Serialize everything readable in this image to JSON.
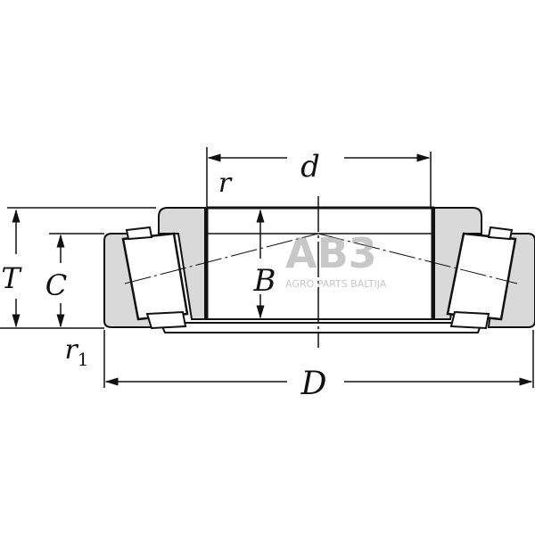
{
  "diagram": {
    "labels": {
      "d": "d",
      "r": "r",
      "T": "T",
      "C": "C",
      "B": "B",
      "r1_main": "r",
      "r1_sub": "1",
      "D": "D"
    },
    "watermark": {
      "logo": "AB3",
      "text": "AGRO PARTS BALTIJA"
    },
    "colors": {
      "line": "#111111",
      "shade": "#d9d9d9",
      "watermark": "#9a9a9a"
    }
  }
}
